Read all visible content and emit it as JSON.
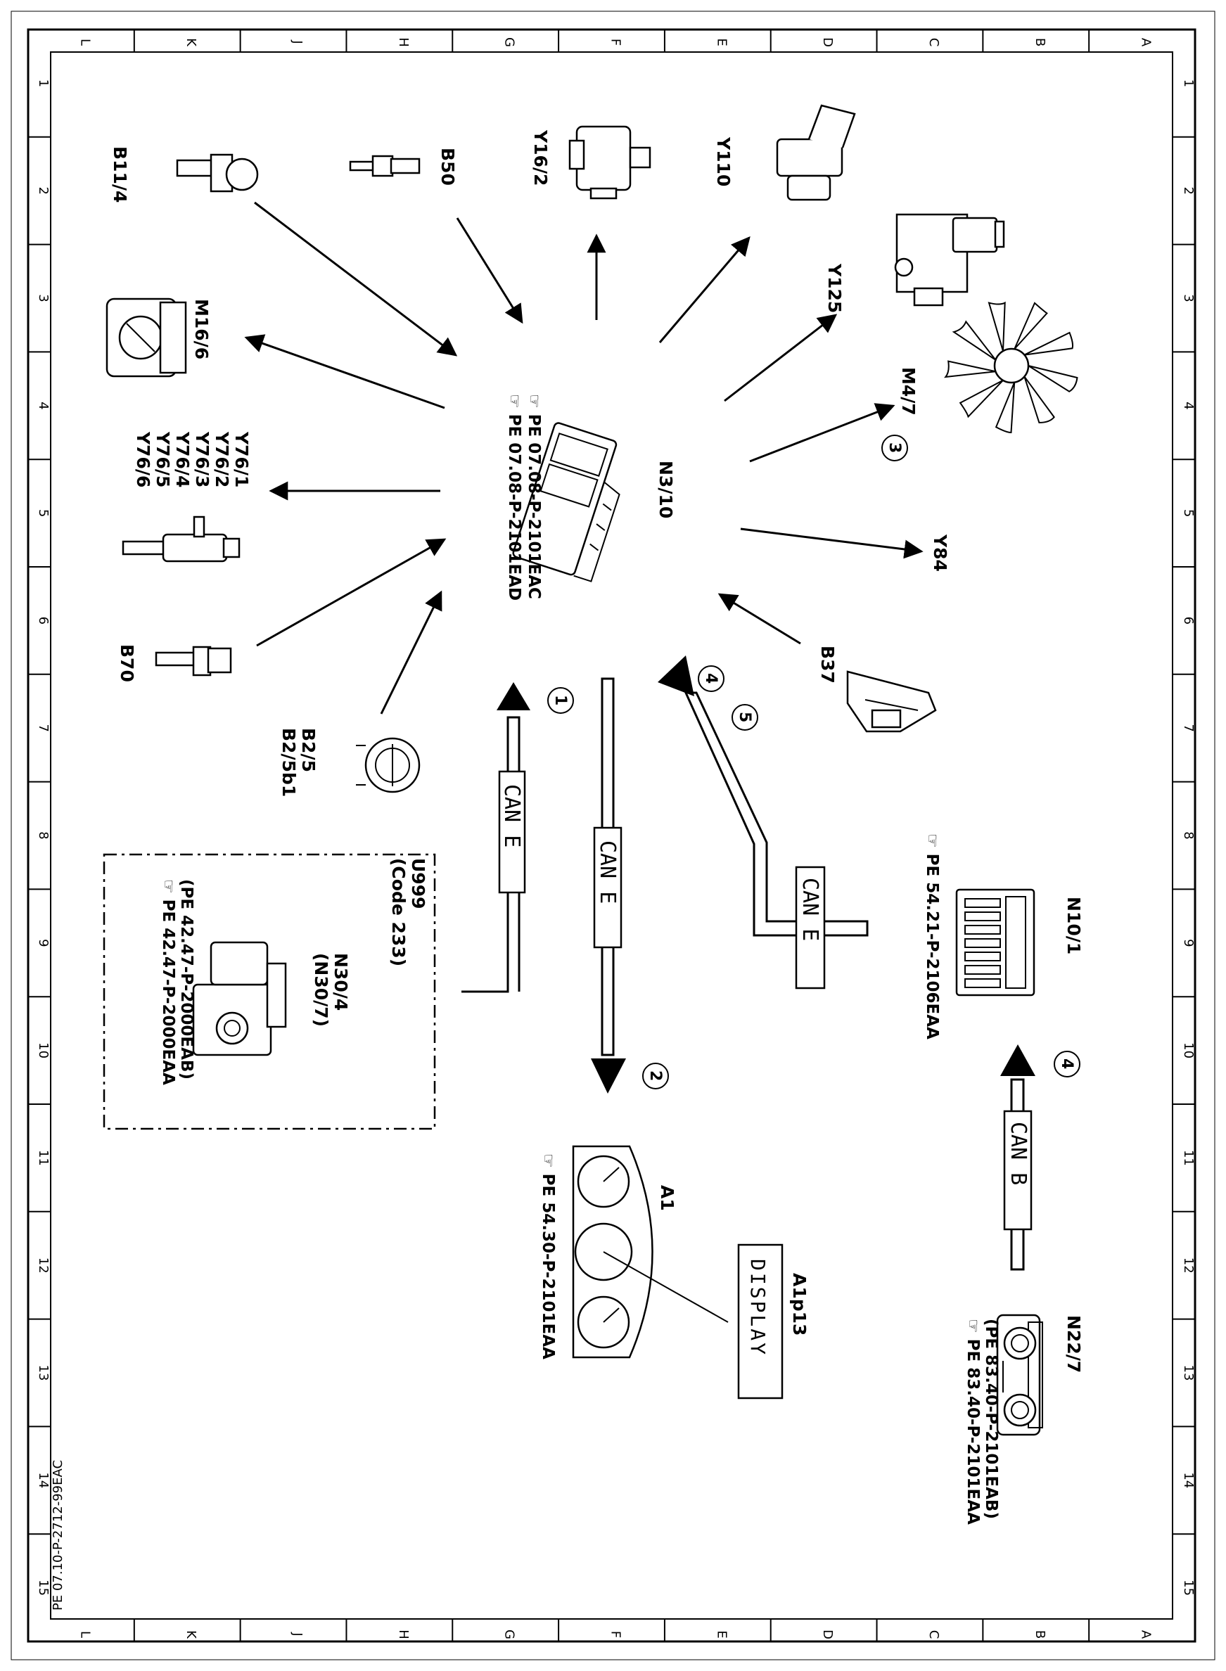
{
  "sheet": {
    "drawing_code": "PE 07.10-P-2712-99EAC",
    "column_letters": [
      "L",
      "K",
      "J",
      "H",
      "G",
      "F",
      "E",
      "D",
      "C",
      "B",
      "A"
    ],
    "row_numbers": [
      "1",
      "2",
      "3",
      "4",
      "5",
      "6",
      "7",
      "8",
      "9",
      "10",
      "11",
      "12",
      "13",
      "14",
      "15"
    ]
  },
  "components": {
    "ecu": {
      "label": "N3/10",
      "refs": [
        "PE 07.08-P-2101EAC",
        "PE 07.08-P-2101EAD"
      ]
    },
    "b11_4": {
      "label": "B11/4"
    },
    "b50": {
      "label": "B50"
    },
    "y16_2": {
      "label": "Y16/2"
    },
    "y110": {
      "label": "Y110"
    },
    "y125": {
      "label": "Y125"
    },
    "m4_7": {
      "label": "M4/7"
    },
    "m16_6": {
      "label": "M16/6"
    },
    "y76": {
      "labels": [
        "Y76/1",
        "Y76/2",
        "Y76/3",
        "Y76/4",
        "Y76/5",
        "Y76/6"
      ]
    },
    "y84": {
      "label": "Y84"
    },
    "b70": {
      "label": "B70"
    },
    "b37": {
      "label": "B37"
    },
    "b2": {
      "labels": [
        "B2/5",
        "B2/5b1"
      ]
    },
    "u999": {
      "labels": [
        "U999",
        "(Code 233)"
      ]
    },
    "n30_4": {
      "labels": [
        "N30/4",
        "(N30/7)"
      ],
      "refs": [
        "PE 42.47-P-2000EAA",
        "(PE 42.47-P-2000EAB)"
      ]
    },
    "n10_1": {
      "label": "N10/1",
      "refs": [
        "PE 54.21-P-2106EAA"
      ]
    },
    "a1": {
      "label": "A1",
      "refs": [
        "PE 54.30-P-2101EAA"
      ]
    },
    "a1p13": {
      "label": "A1p13",
      "display": "DISPLAY"
    },
    "n22_7": {
      "label": "N22/7",
      "refs": [
        "PE 83.40-P-2101EAA",
        "(PE 83.40-P-2101EAB)"
      ]
    }
  },
  "buses": {
    "can_e": "CAN E",
    "can_b": "CAN B"
  },
  "signals": [
    "1",
    "2",
    "3",
    "4",
    "5",
    "4"
  ]
}
